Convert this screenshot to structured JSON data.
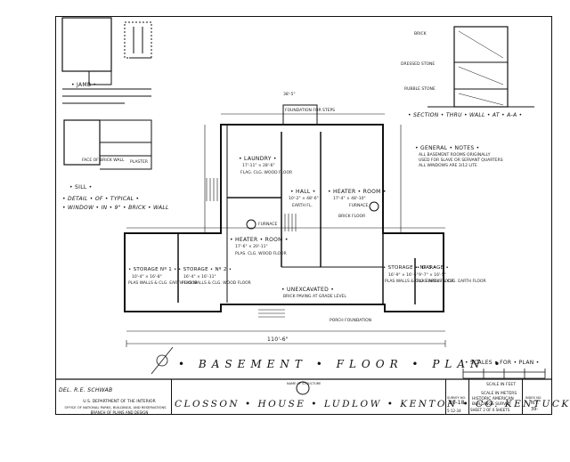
{
  "sheet": {
    "main_title": "• BASEMENT • FLOOR • PLAN •",
    "detail_title_jamb": "• JAMB •",
    "detail_title_sill": "• SILL •",
    "detail_caption_1": "• DETAIL • OF • TYPICAL •",
    "detail_caption_2": "• WINDOW • IN • 9\" • BRICK • WALL",
    "face_of_brick": "FACE OF BRICK WALL",
    "plaster": "PLASTER",
    "section_title": "• SECTION • THRU • WALL • AT • A-A •",
    "brick": "BRICK",
    "dressed_stone": "DRESSED STONE",
    "rubble_stone": "RUBBLE STONE",
    "general_notes_title": "• GENERAL • NOTES •",
    "general_notes_1": "ALL BASEMENT ROOMS ORIGINALLY",
    "general_notes_2": "USED FOR SLAVE OR SERVANT QUARTERS",
    "general_notes_3": "ALL WINDOWS ARE 3/12 LITE",
    "foundation_label": "FOUNDATION FOR STEPS",
    "delineator": "DEL. R.E. SCHWAB",
    "scales_title": "• SCALES • FOR • PLAN •",
    "scale_feet": "SCALE IN FEET",
    "scale_meters": "SCALE IN METERS",
    "overall_dim": "110'-6\"",
    "dim_top": "38'-5\"",
    "porch_foundation": "PORCH FOUNDATION"
  },
  "rooms": {
    "laundry": {
      "name": "• LAUNDRY •",
      "size": "17'-11\" × 28'-6\"",
      "floor": "FLAG. CLG. WOOD FLOOR"
    },
    "hall": {
      "name": "• HALL •",
      "size": "10'-2\" × 48'-6\"",
      "floor": "EARTH FL."
    },
    "heater_room_1": {
      "name": "• HEATER • ROOM •",
      "size": "17'-4\" × 48'-10\"",
      "floor": "BRICK FLOOR",
      "furnace": "FURNACE"
    },
    "heater_room_2": {
      "name": "• HEATER • ROOM •",
      "size": "17'-6\" × 20'-11\"",
      "floor": "PLAS. CLG. WOOD FLOOR",
      "furnace": "FURNACE"
    },
    "storage_1": {
      "name": "• STORAGE Nº 1 •",
      "size": "10'-4\" × 16'-8\"",
      "floor": "PLAS WALLS & CLG. EARTH FLOOR"
    },
    "storage_2": {
      "name": "• STORAGE • Nº 2 •",
      "size": "16'-4\" × 16'-11\"",
      "floor": "PLAS WALLS & CLG. WOOD FLOOR"
    },
    "storage_3": {
      "name": "• STORAGE • Nº 3 •",
      "size": "16'-9\" × 16'-5\"",
      "floor": "PLAS WALLS & CLG. EARTH FLOOR"
    },
    "garage": {
      "name": "• GARAGE •",
      "size": "9'-7\" × 16'-5\"",
      "floor": "PLAS WALLS & CLG. EARTH FLOOR"
    },
    "unexcavated": {
      "name": "• UNEXCAVATED •",
      "note": "BRICK PAVING AT GRADE LEVEL"
    }
  },
  "title_block": {
    "agency_1": "U.S. DEPARTMENT OF THE INTERIOR",
    "agency_2": "OFFICE OF NATIONAL PARKS, BUILDINGS, AND RESERVATIONS",
    "agency_3": "BRANCH OF PLANS AND DESIGN",
    "name_of_structure": "NAME OF STRUCTURE",
    "structure_name": "CLOSSON • HOUSE • LUDLOW • KENTON • CO. KENTUCKY",
    "survey_no_label": "SURVEY NO.",
    "survey_no": "20-18",
    "survey_date": "5-12-34",
    "habs_1": "HISTORIC AMERICAN",
    "habs_2": "BUILDINGS SURVEY",
    "sheet_of": "SHEET 2 OF 6 SHEETS",
    "index_label": "INDEX NO.",
    "index_1": "N.Y.",
    "index_2": "39-"
  }
}
